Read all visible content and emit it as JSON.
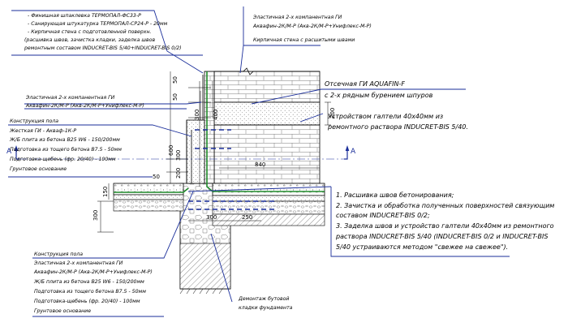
{
  "note_top_left": [
    "- Финишная шпаклевка ТЕРМОПАЛ-ФС33-Р",
    "- Санирующая штукатурка ТЕРМОПАЛ-СР24-Р - 20мм",
    "- Кирпичная стена с подготовленной поверхн.",
    "(расшивка швов, зачистка кладки, заделка швов",
    "ремонтным составом INDUCRET-BIS 5/40+INDUCRET-BIS 0/2)"
  ],
  "note_top_right": [
    "Эластичная 2-х компанентная ГИ",
    "Аквафин-2К/М-Р (Акв-2К/М-Р+Унифлекс-М-Р)",
    "Кирпичная стена с расшитыми швами"
  ],
  "note_mid_left": [
    "Эластичная 2-х компанентная ГИ",
    "Аквафин-2К/М-Р (Акв-2К/М-Р+Унифлекс-М-Р)"
  ],
  "note_injection": [
    "Отсечная ГИ AQUAFIN-F",
    "с 2-х рядным бурением шпуров"
  ],
  "note_fillet": [
    "Устройством галтели 40х40мм из",
    "ремонтного раствора INDUCRET-BIS 5/40."
  ],
  "note_floor_upper": [
    "Конструкция пола",
    "Жесткая ГИ - Акваф-1К-Р",
    "Ж/Б плита из бетона В25 W6 - 150/200мм",
    "Подготовка из тощего бетона В7.5 - 50мм",
    "Подготовка-щебень (фр. 20/40) - 100мм",
    "Грунтовое основание"
  ],
  "note_floor_lower": [
    "Конструкция пола",
    "Эластичная 2-х компанентная ГИ",
    "Аквафин-2К/М-Р (Акв-2К/М-Р+Унифлекс-М-Р)",
    "Ж/Б плита из бетона В25 W6 - 150/200мм",
    "Подготовка из тощего бетона В7.5 - 50мм",
    "Подготовка-щебень (фр. 20/40) - 100мм",
    "Грунтовое основание"
  ],
  "note_steps": [
    "1. Расшивка швов бетонирования;",
    "2. Зачистка и обработка полученных поверхностей связующим",
    "составом INDUCRET-BIS 0/2;",
    "3. Заделка швов и устройство галтели 40х40мм из ремонтного",
    "раствора INDUCRET-BIS 5/40 (INDUCRET-BIS 0/2 и INDUCRET-BIS",
    "5/40 устраиваются методом \"свежее на свежее\")."
  ],
  "note_dismantle": [
    "Демонтаж бутовой",
    "кладки фундамента"
  ],
  "section_mark": "А",
  "dimensions": {
    "d50_a": "50",
    "d50_b": "50",
    "d300_wall": "300",
    "d400": "400",
    "d200": "200",
    "d600": "600",
    "d300_c": "300",
    "d200_b": "200",
    "d840": "840",
    "d50_c": "50",
    "d300_base": "300",
    "d250": "250",
    "d300_left": "300",
    "d150": "150"
  }
}
